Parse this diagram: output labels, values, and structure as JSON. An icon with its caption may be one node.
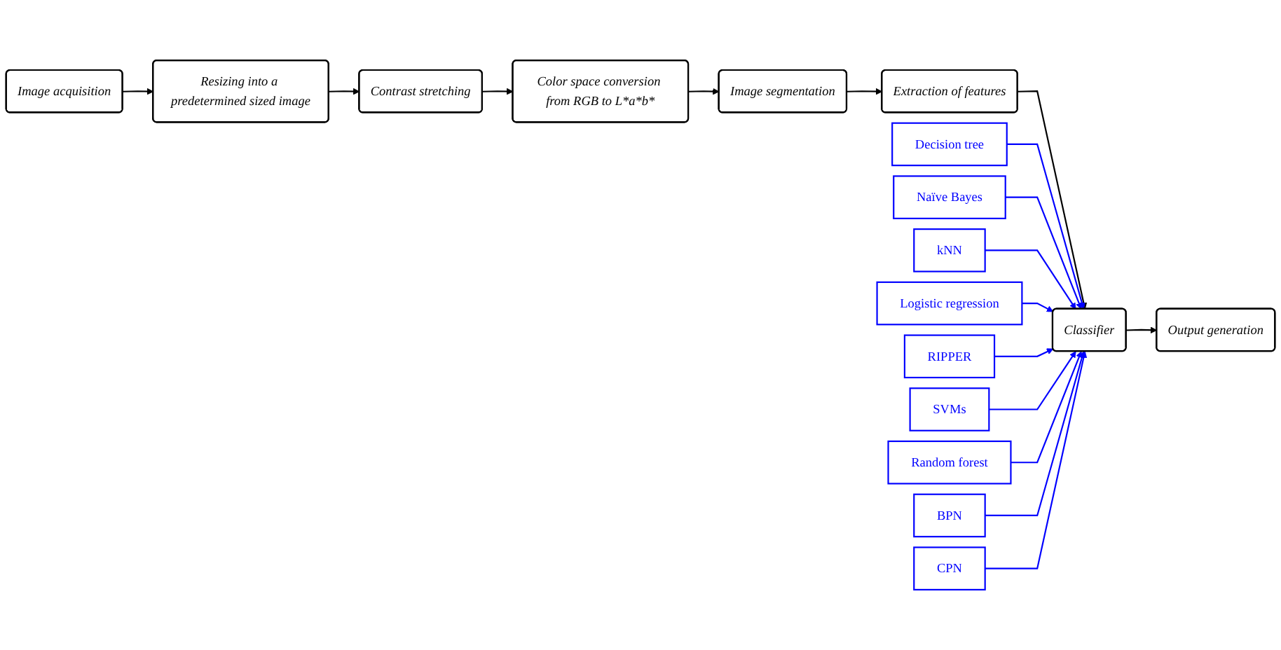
{
  "diagram": {
    "nodes": [
      {
        "text": [
          "Image acquisition"
        ]
      },
      {
        "text": [
          "Resizing into a predetermined sized image"
        ]
      },
      {
        "text": [
          "Contrast stretching"
        ]
      },
      {
        "text": [
          "Color space conversion from RGB to L*a*b*"
        ]
      },
      {
        "text": [
          "Image segmentation"
        ]
      },
      {
        "text": [
          "Extraction of features"
        ]
      },
      {
        "text": [
          "Classifier"
        ]
      },
      {
        "text": [
          "Output generation"
        ]
      },
      {
        "text": [
          "Decision tree"
        ]
      },
      {
        "text": [
          "Naïve Bayes"
        ]
      },
      {
        "text": [
          "kNN"
        ]
      },
      {
        "text": [
          "Logistic regression"
        ]
      },
      {
        "text": [
          "RIPPER"
        ]
      },
      {
        "text": [
          "SVMs"
        ]
      },
      {
        "text": [
          "Random forest"
        ]
      },
      {
        "text": [
          "BPN"
        ]
      },
      {
        "text": [
          "CPN"
        ]
      }
    ],
    "edges": [
      {
        "from": 0,
        "to": 1,
        "arrow": "to",
        "color": "#000000"
      },
      {
        "from": 1,
        "to": 2,
        "arrow": "to",
        "color": "#000000"
      },
      {
        "from": 2,
        "to": 3,
        "arrow": "to",
        "color": "#000000"
      },
      {
        "from": 3,
        "to": 4,
        "arrow": "to",
        "color": "#000000"
      },
      {
        "from": 4,
        "to": 5,
        "arrow": "to",
        "color": "#000000"
      },
      {
        "from": 5,
        "to": 6,
        "arrow": "to",
        "color": "#000000"
      },
      {
        "from": 6,
        "to": 7,
        "arrow": "to",
        "color": "#000000"
      },
      {
        "from": 8,
        "to": 6,
        "arrow": "to"
      },
      {
        "from": 9,
        "to": 6,
        "arrow": "to"
      },
      {
        "from": 10,
        "to": 6,
        "arrow": "to"
      },
      {
        "from": 11,
        "to": 6,
        "arrow": "to"
      },
      {
        "from": 12,
        "to": 6,
        "arrow": "to"
      },
      {
        "from": 13,
        "to": 6,
        "arrow": "to"
      },
      {
        "from": 14,
        "to": 6,
        "arrow": "to"
      },
      {
        "from": 15,
        "to": 6,
        "arrow": "to"
      },
      {
        "from": 16,
        "to": 6,
        "arrow": "to"
      }
    ]
  }
}
